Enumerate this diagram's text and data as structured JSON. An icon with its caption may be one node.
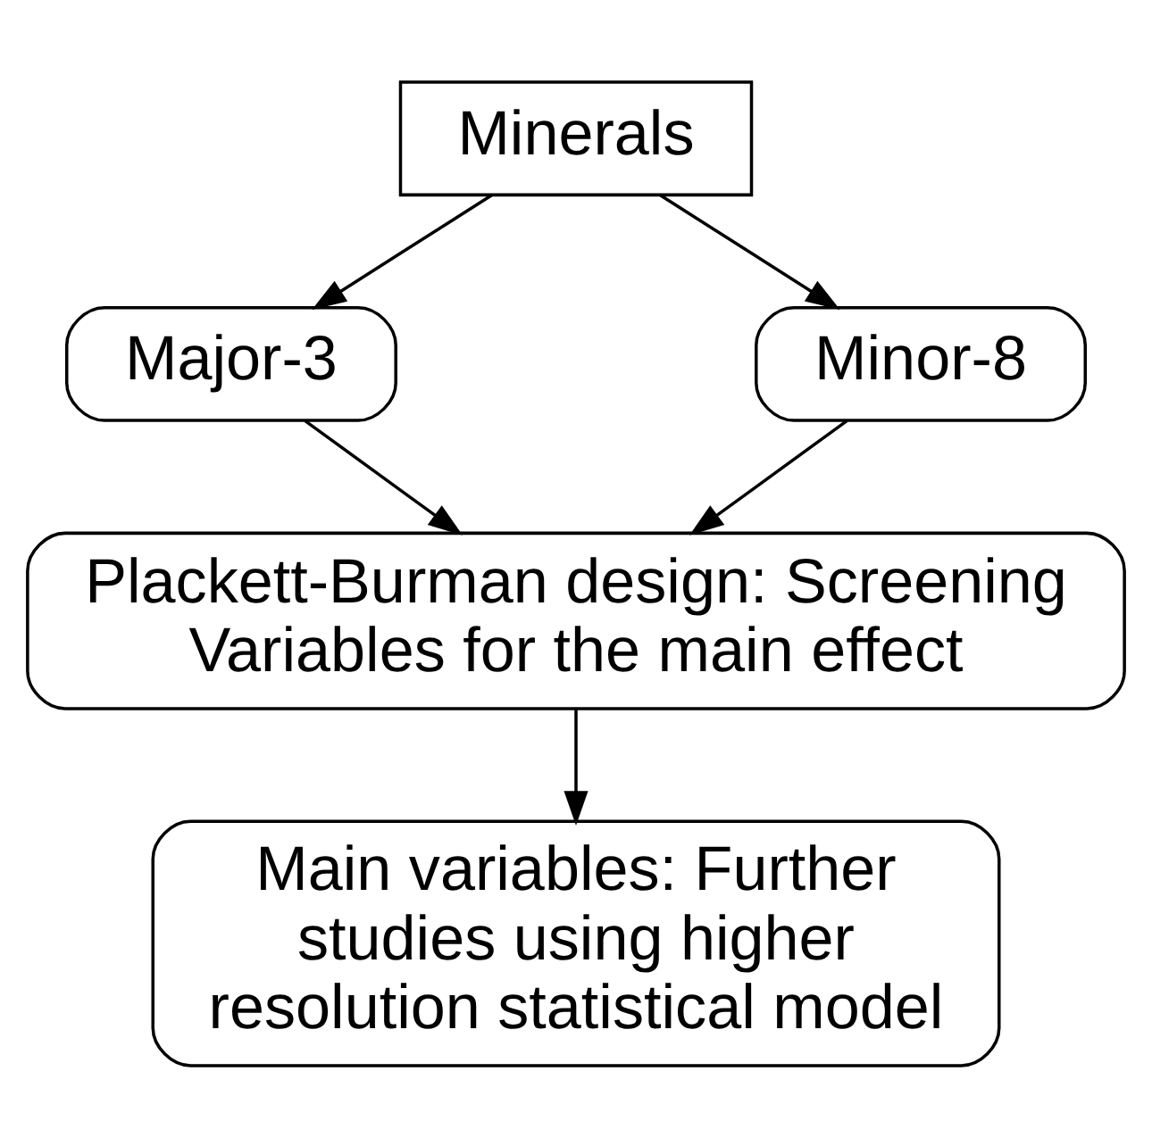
{
  "diagram": {
    "nodes": [
      {
        "text": [
          "Minerals"
        ]
      },
      {
        "text": [
          "Major-3"
        ]
      },
      {
        "text": [
          "Minor-8"
        ]
      },
      {
        "text": [
          "Plackett-Burman design: Screening Variables for the main effect"
        ]
      },
      {
        "text": [
          "Main variables: Further studies using higher resolution statistical model"
        ]
      }
    ],
    "edges": [
      {
        "from": 0,
        "to": 1,
        "arrow": "to"
      },
      {
        "from": 0,
        "to": 2,
        "arrow": "to"
      },
      {
        "from": 1,
        "to": 3,
        "arrow": "to"
      },
      {
        "from": 2,
        "to": 3,
        "arrow": "to"
      },
      {
        "from": 3,
        "to": 4,
        "arrow": "to"
      }
    ]
  }
}
